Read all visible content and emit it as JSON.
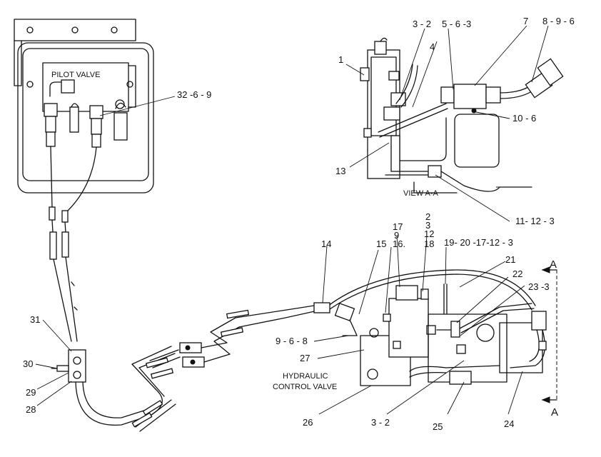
{
  "labels": {
    "pilot_valve": "PILOT VALVE",
    "view_aa": "VIEW A-A",
    "hydraulic_control_valve_line1": "HYDRAULIC",
    "hydraulic_control_valve_line2": "CONTROL VALVE",
    "section_a_top": "A",
    "section_a_bottom": "A"
  },
  "callouts": {
    "c1": "1",
    "c3_2_top": "3 - 2",
    "c5_6_3": "5 - 6 -3",
    "c7": "7",
    "c8_9_6": "8 - 9 - 6",
    "c4": "4",
    "c32_6_9": "32 -6 - 9",
    "c10_6": "10 - 6",
    "c13": "13",
    "c11_12_3": "11- 12 - 3",
    "c2": "2",
    "c3": "3",
    "c12": "12",
    "c18": "18",
    "c17": "17",
    "c9": "9",
    "c16": "16.",
    "c15": "15",
    "c14": "14",
    "c19_20_17_12_3": "19- 20 -17-12 - 3",
    "c21": "21",
    "c22": "22",
    "c23_3": "23 -3",
    "c31": "31",
    "c30": "30",
    "c29": "29",
    "c28": "28",
    "c9_6_8": "9 - 6 - 8",
    "c27": "27",
    "c26": "26",
    "c3_2_bottom": "3 - 2",
    "c25": "25",
    "c24": "24"
  }
}
